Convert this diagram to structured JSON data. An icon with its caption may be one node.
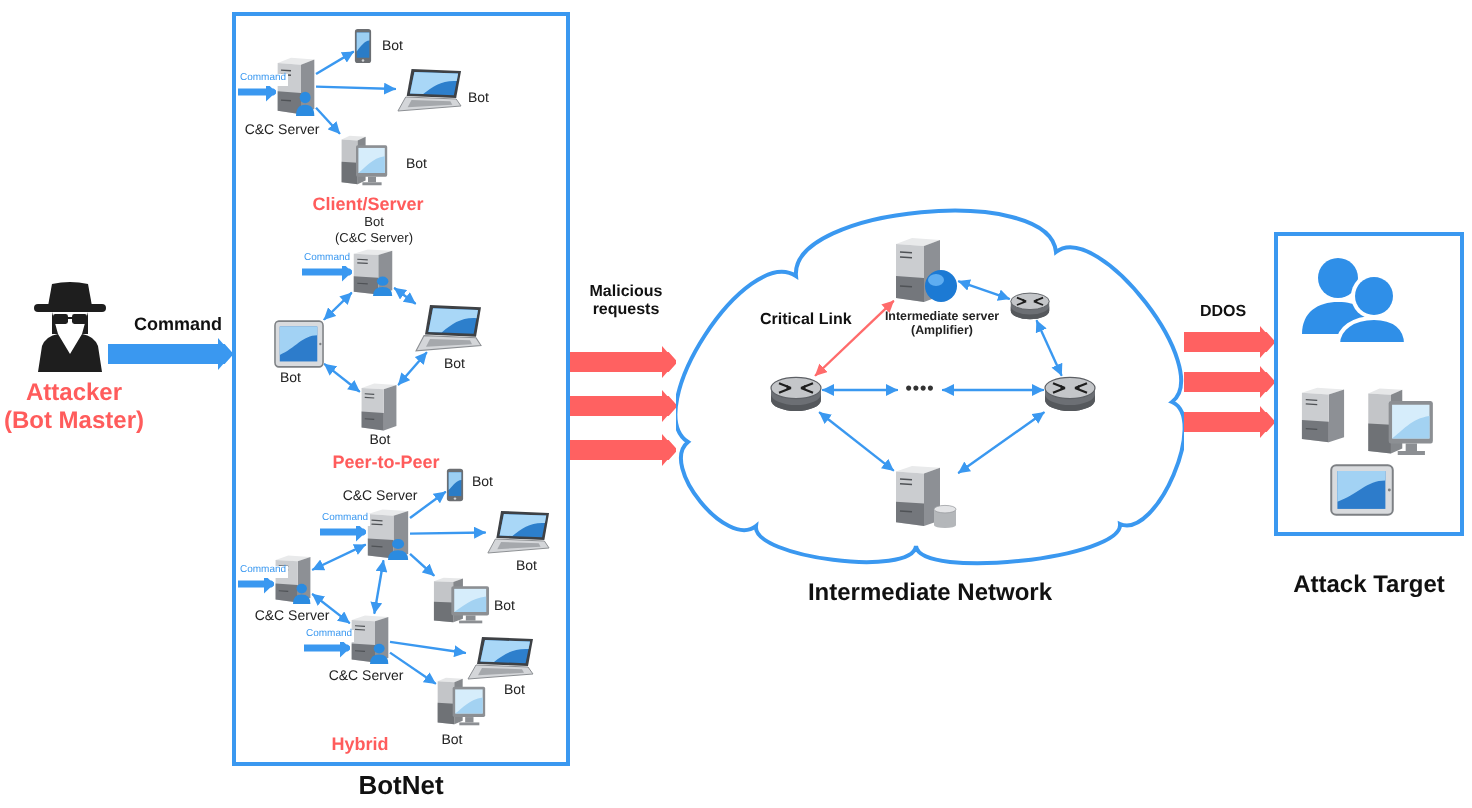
{
  "diagram": {
    "nodes": [
      {
        "text": [],
        "shape": "person",
        "beside": [
          "Attacker (Bot Master)"
        ]
      },
      {
        "text": [
          "BotNet"
        ]
      },
      {
        "text": [],
        "shape": "picture",
        "in": 1,
        "beside": [
          "C&C Server"
        ]
      },
      {
        "text": [],
        "shape": "picture",
        "in": 1,
        "beside": [
          "Bot"
        ]
      },
      {
        "text": [],
        "shape": "picture",
        "in": 1,
        "beside": [
          "Bot"
        ]
      },
      {
        "text": [],
        "shape": "picture",
        "in": 1,
        "beside": [
          "Bot"
        ]
      },
      {
        "text": [],
        "shape": "picture",
        "in": 1,
        "beside": [
          "Bot",
          "(C&C Server)"
        ]
      },
      {
        "text": [],
        "shape": "picture",
        "in": 1,
        "beside": [
          "Bot"
        ]
      },
      {
        "text": [],
        "shape": "picture",
        "in": 1,
        "beside": [
          "Bot"
        ]
      },
      {
        "text": [],
        "shape": "picture",
        "in": 1,
        "beside": [
          "Bot"
        ]
      },
      {
        "text": [],
        "shape": "picture",
        "in": 1,
        "beside": [
          "C&C Server"
        ]
      },
      {
        "text": [],
        "shape": "picture",
        "in": 1,
        "beside": [
          "Bot"
        ]
      },
      {
        "text": [],
        "shape": "picture",
        "in": 1,
        "beside": [
          "Bot"
        ]
      },
      {
        "text": [],
        "shape": "picture",
        "in": 1,
        "beside": [
          "Bot"
        ]
      },
      {
        "text": [],
        "shape": "picture",
        "in": 1,
        "beside": [
          "C&C Server"
        ]
      },
      {
        "text": [],
        "shape": "picture",
        "in": 1,
        "beside": [
          "C&C Server"
        ]
      },
      {
        "text": [],
        "shape": "picture",
        "in": 1,
        "beside": [
          "Bot"
        ]
      },
      {
        "text": [],
        "shape": "picture",
        "in": 1,
        "beside": [
          "Bot"
        ]
      },
      {
        "text": [
          "Intermediate Network"
        ]
      },
      {
        "text": [],
        "shape": "picture",
        "in": 18,
        "beside": [
          "Intermediate server (Amplifier)"
        ]
      },
      {
        "text": [],
        "shape": "picture",
        "in": 18
      },
      {
        "text": [],
        "shape": "picture",
        "in": 18
      },
      {
        "text": [
          "••••"
        ],
        "in": 18
      },
      {
        "text": [],
        "shape": "picture",
        "in": 18
      },
      {
        "text": [],
        "shape": "picture",
        "in": 18
      },
      {
        "text": [
          "Attack Target"
        ]
      },
      {
        "text": [],
        "shape": "person",
        "in": 25
      },
      {
        "text": [],
        "shape": "picture",
        "in": 25
      },
      {
        "text": [],
        "shape": "picture",
        "in": 25
      },
      {
        "text": [],
        "shape": "picture",
        "in": 25
      }
    ],
    "edges": [
      {
        "from": 0,
        "to": 1,
        "arrow": "to",
        "label": "Command",
        "style": "thick"
      },
      {
        "from": null,
        "to": 2,
        "arrow": "to",
        "label": "Command",
        "style": "thick"
      },
      {
        "from": 2,
        "to": 3,
        "arrow": "to"
      },
      {
        "from": 2,
        "to": 4,
        "arrow": "to"
      },
      {
        "from": 2,
        "to": 5,
        "arrow": "to"
      },
      {
        "from": null,
        "to": 6,
        "arrow": "to",
        "label": "Command",
        "style": "thick"
      },
      {
        "from": 6,
        "to": 7,
        "arrow": "both"
      },
      {
        "from": 6,
        "to": 8,
        "arrow": "both"
      },
      {
        "from": 7,
        "to": 9,
        "arrow": "both"
      },
      {
        "from": 8,
        "to": 9,
        "arrow": "both"
      },
      {
        "from": null,
        "to": 10,
        "arrow": "to",
        "label": "Command",
        "style": "thick"
      },
      {
        "from": null,
        "to": 14,
        "arrow": "to",
        "label": "Command",
        "style": "thick"
      },
      {
        "from": null,
        "to": 15,
        "arrow": "to",
        "label": "Command",
        "style": "thick"
      },
      {
        "from": 10,
        "to": 11,
        "arrow": "to"
      },
      {
        "from": 10,
        "to": 12,
        "arrow": "to"
      },
      {
        "from": 10,
        "to": 13,
        "arrow": "to"
      },
      {
        "from": 10,
        "to": 14,
        "arrow": "both"
      },
      {
        "from": 10,
        "to": 15,
        "arrow": "both"
      },
      {
        "from": 14,
        "to": 15,
        "arrow": "both"
      },
      {
        "from": 15,
        "to": 16,
        "arrow": "to"
      },
      {
        "from": 15,
        "to": 17,
        "arrow": "to"
      },
      {
        "from": 1,
        "to": 18,
        "arrow": "to",
        "label": "Malicious requests",
        "style": "thick",
        "color": "#ff6161"
      },
      {
        "from": 1,
        "to": 18,
        "arrow": "to",
        "style": "thick",
        "color": "#ff6161"
      },
      {
        "from": 1,
        "to": 18,
        "arrow": "to",
        "style": "thick",
        "color": "#ff6161"
      },
      {
        "from": 21,
        "to": 19,
        "arrow": "both",
        "label": "Critical Link",
        "color": "#ff6b6b"
      },
      {
        "from": 19,
        "to": 20,
        "arrow": "both"
      },
      {
        "from": 20,
        "to": 23,
        "arrow": "both"
      },
      {
        "from": 21,
        "to": 22,
        "arrow": "both"
      },
      {
        "from": 22,
        "to": 23,
        "arrow": "both"
      },
      {
        "from": 21,
        "to": 24,
        "arrow": "both"
      },
      {
        "from": 23,
        "to": 24,
        "arrow": "both"
      },
      {
        "from": 18,
        "to": 25,
        "arrow": "to",
        "label": "DDOS",
        "style": "thick",
        "color": "#ff6161"
      },
      {
        "from": 18,
        "to": 25,
        "arrow": "to",
        "style": "thick",
        "color": "#ff6161"
      },
      {
        "from": 18,
        "to": 25,
        "arrow": "to",
        "style": "thick",
        "color": "#ff6161"
      }
    ],
    "labels": [
      "Client/Server",
      "Peer-to-Peer",
      "Hybrid"
    ]
  }
}
